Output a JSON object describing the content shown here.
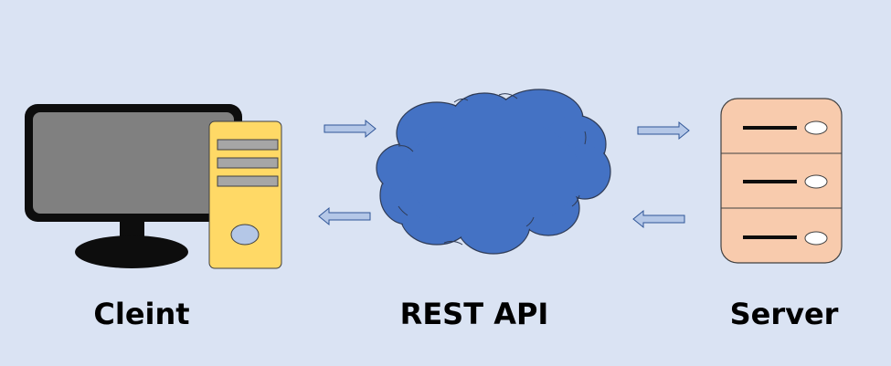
{
  "labels": {
    "client": "Cleint",
    "api": "REST API",
    "server": "Server"
  },
  "icons": {
    "client": "desktop-computer-icon",
    "api": "cloud-icon",
    "server": "server-rack-icon"
  },
  "colors": {
    "background": "#dae3f3",
    "monitor_frame": "#0d0d0d",
    "monitor_screen": "#808080",
    "tower": "#ffd966",
    "cloud": "#4472c4",
    "server": "#f8cbad",
    "arrow_fill": "#b4c7e7",
    "arrow_stroke": "#2f5597"
  }
}
